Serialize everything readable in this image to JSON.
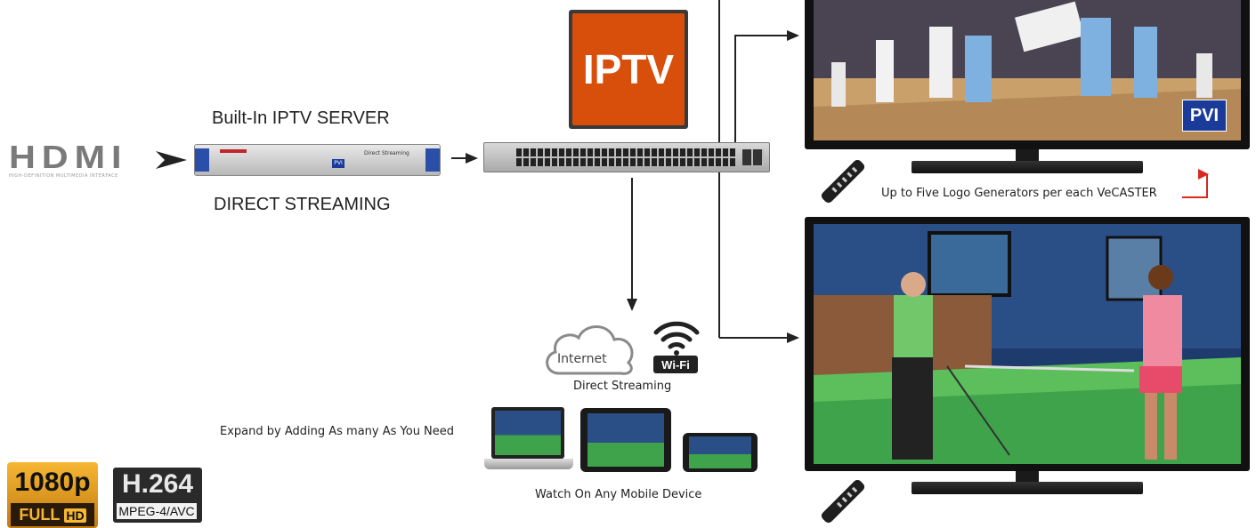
{
  "hdmi": {
    "logo_text": "HDMI",
    "tagline": "HIGH-DEFINITION MULTIMEDIA INTERFACE"
  },
  "server": {
    "title": "Built-In IPTV SERVER",
    "subtitle": "DIRECT STREAMING",
    "brand": "PVI",
    "panel_text": "Direct Streaming"
  },
  "iptv_logo": "IPTV",
  "tv_top": {
    "badge": "PVI",
    "caption": "Up to Five Logo Generators per each VeCASTER"
  },
  "streaming": {
    "internet_label": "Internet",
    "wifi_label": "Wi-Fi",
    "direct_label": "Direct Streaming"
  },
  "expand_label": "Expand by Adding As many As You Need",
  "mobile_label": "Watch On Any Mobile Device",
  "badges": {
    "hd_top": "1080p",
    "hd_bottom_full": "FULL",
    "hd_bottom_hd": "HD",
    "codec_top": "H.264",
    "codec_bottom": "MPEG-4/AVC"
  },
  "colors": {
    "accent": "#d84f0c",
    "arrow": "#222222",
    "red_arrow": "#d9281e",
    "court": "#c9a06a",
    "golf_green": "#3ea34a"
  }
}
